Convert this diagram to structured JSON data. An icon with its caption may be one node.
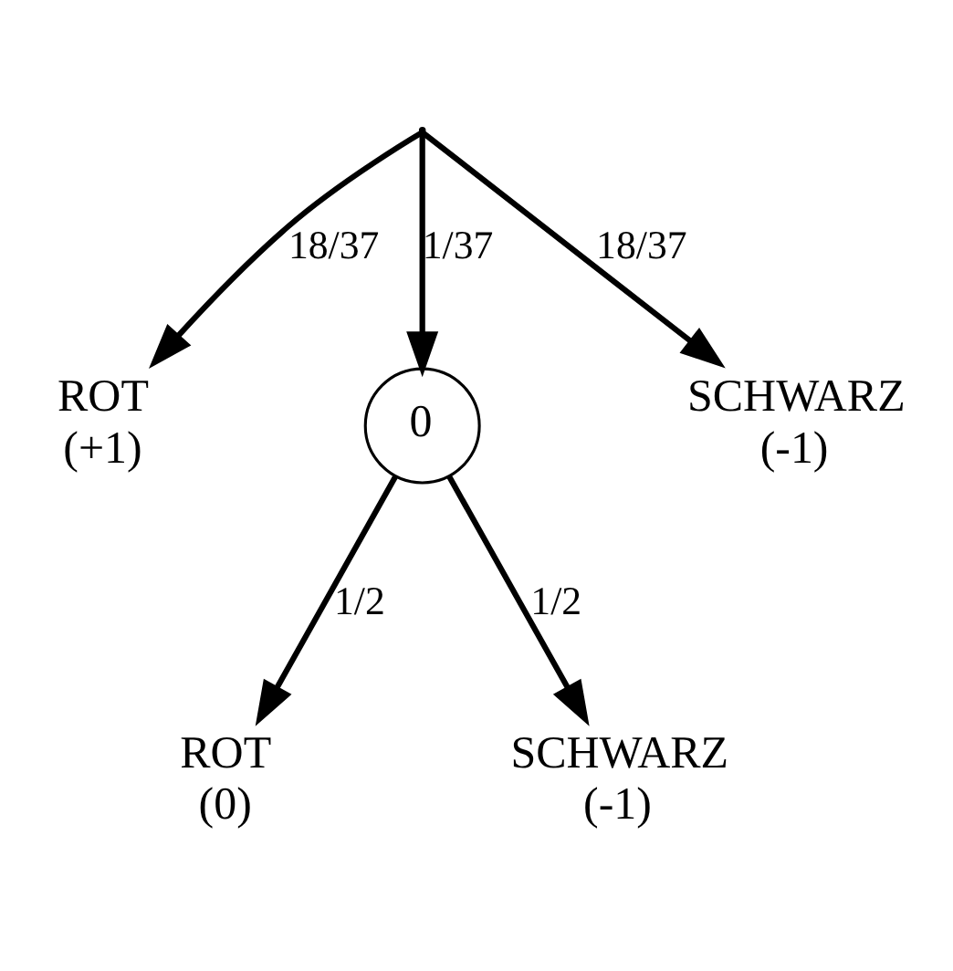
{
  "diagram": {
    "nodes": [
      {
        "text": [],
        "shape": "point"
      },
      {
        "text": [
          "ROT (+1)"
        ]
      },
      {
        "text": [
          "0"
        ]
      },
      {
        "text": [
          "SCHWARZ (-1)"
        ]
      },
      {
        "text": [
          "ROT (0)"
        ]
      },
      {
        "text": [
          "SCHWARZ (-1)"
        ]
      }
    ],
    "edges": [
      {
        "from": 0,
        "to": 1,
        "arrow": "to",
        "label": "18/37"
      },
      {
        "from": 0,
        "to": 2,
        "arrow": "to",
        "label": "1/37"
      },
      {
        "from": 0,
        "to": 3,
        "arrow": "to",
        "label": "18/37"
      },
      {
        "from": 2,
        "to": 4,
        "arrow": "to",
        "label": "1/2"
      },
      {
        "from": 2,
        "to": 5,
        "arrow": "to",
        "label": "1/2"
      }
    ]
  }
}
